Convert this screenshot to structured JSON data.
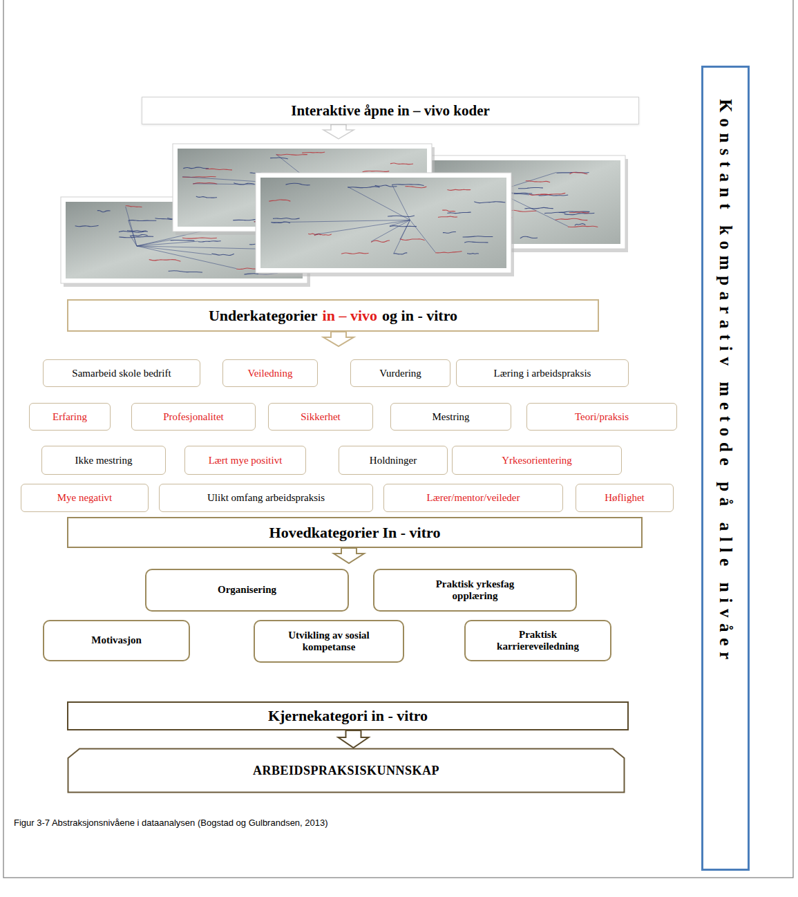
{
  "diagram": {
    "caption": "Figur 3-7 Abstraksjonsnivåene i dataanalysen (Bogstad og Gulbrandsen, 2013)",
    "nodes": [
      {
        "text": [
          "Interaktive åpne in – vivo koder"
        ]
      },
      {
        "text": [
          "Underkategorier",
          "in – vivo",
          "og in - vitro"
        ]
      },
      {
        "text": [
          "Samarbeid skole bedrift"
        ]
      },
      {
        "text": [
          "Veiledning"
        ]
      },
      {
        "text": [
          "Vurdering"
        ]
      },
      {
        "text": [
          "Læring i arbeidspraksis"
        ]
      },
      {
        "text": [
          "Erfaring"
        ]
      },
      {
        "text": [
          "Profesjonalitet"
        ]
      },
      {
        "text": [
          "Sikkerhet"
        ]
      },
      {
        "text": [
          "Mestring"
        ]
      },
      {
        "text": [
          "Teori/praksis"
        ]
      },
      {
        "text": [
          "Ikke mestring"
        ]
      },
      {
        "text": [
          "Lært mye positivt"
        ]
      },
      {
        "text": [
          "Holdninger"
        ]
      },
      {
        "text": [
          "Yrkesorientering"
        ]
      },
      {
        "text": [
          "Mye negativt"
        ]
      },
      {
        "text": [
          "Ulikt omfang arbeidspraksis"
        ]
      },
      {
        "text": [
          "Lærer/mentor/veileder"
        ]
      },
      {
        "text": [
          "Høflighet"
        ]
      },
      {
        "text": [
          "Hovedkategorier In - vitro"
        ]
      },
      {
        "text": [
          "Organisering"
        ]
      },
      {
        "text": [
          "Praktisk yrkesfag opplæring"
        ]
      },
      {
        "text": [
          "Motivasjon"
        ]
      },
      {
        "text": [
          "Utvikling av sosial kompetanse"
        ]
      },
      {
        "text": [
          "Praktisk karriereveiledning"
        ]
      },
      {
        "text": [
          "Kjernekategori in - vitro"
        ]
      },
      {
        "text": [
          "ARBEIDSPRAKSISKUNNSKAP"
        ]
      },
      {
        "text": [
          "Konstant komparativ metode på alle nivåer"
        ]
      }
    ],
    "edges": [
      {
        "from": 25,
        "to": 26,
        "arrow": "to"
      }
    ]
  }
}
